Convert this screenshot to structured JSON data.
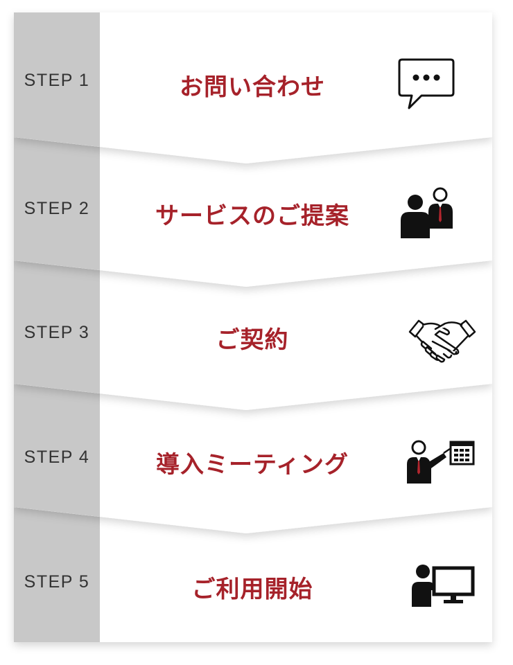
{
  "colors": {
    "label_bg": "#c8c8c8",
    "card_bg": "#ffffff",
    "title": "#a6222a",
    "label_text": "#333333",
    "icon": "#111111",
    "tie": "#b3262e"
  },
  "steps": [
    {
      "label": "STEP 1",
      "title": "お問い合わせ",
      "icon": "speech-bubble-icon"
    },
    {
      "label": "STEP 2",
      "title": "サービスのご提案",
      "icon": "consultation-icon"
    },
    {
      "label": "STEP 3",
      "title": "ご契約",
      "icon": "handshake-icon"
    },
    {
      "label": "STEP 4",
      "title": "導入ミーティング",
      "icon": "presentation-icon"
    },
    {
      "label": "STEP 5",
      "title": "ご利用開始",
      "icon": "computer-user-icon"
    }
  ]
}
